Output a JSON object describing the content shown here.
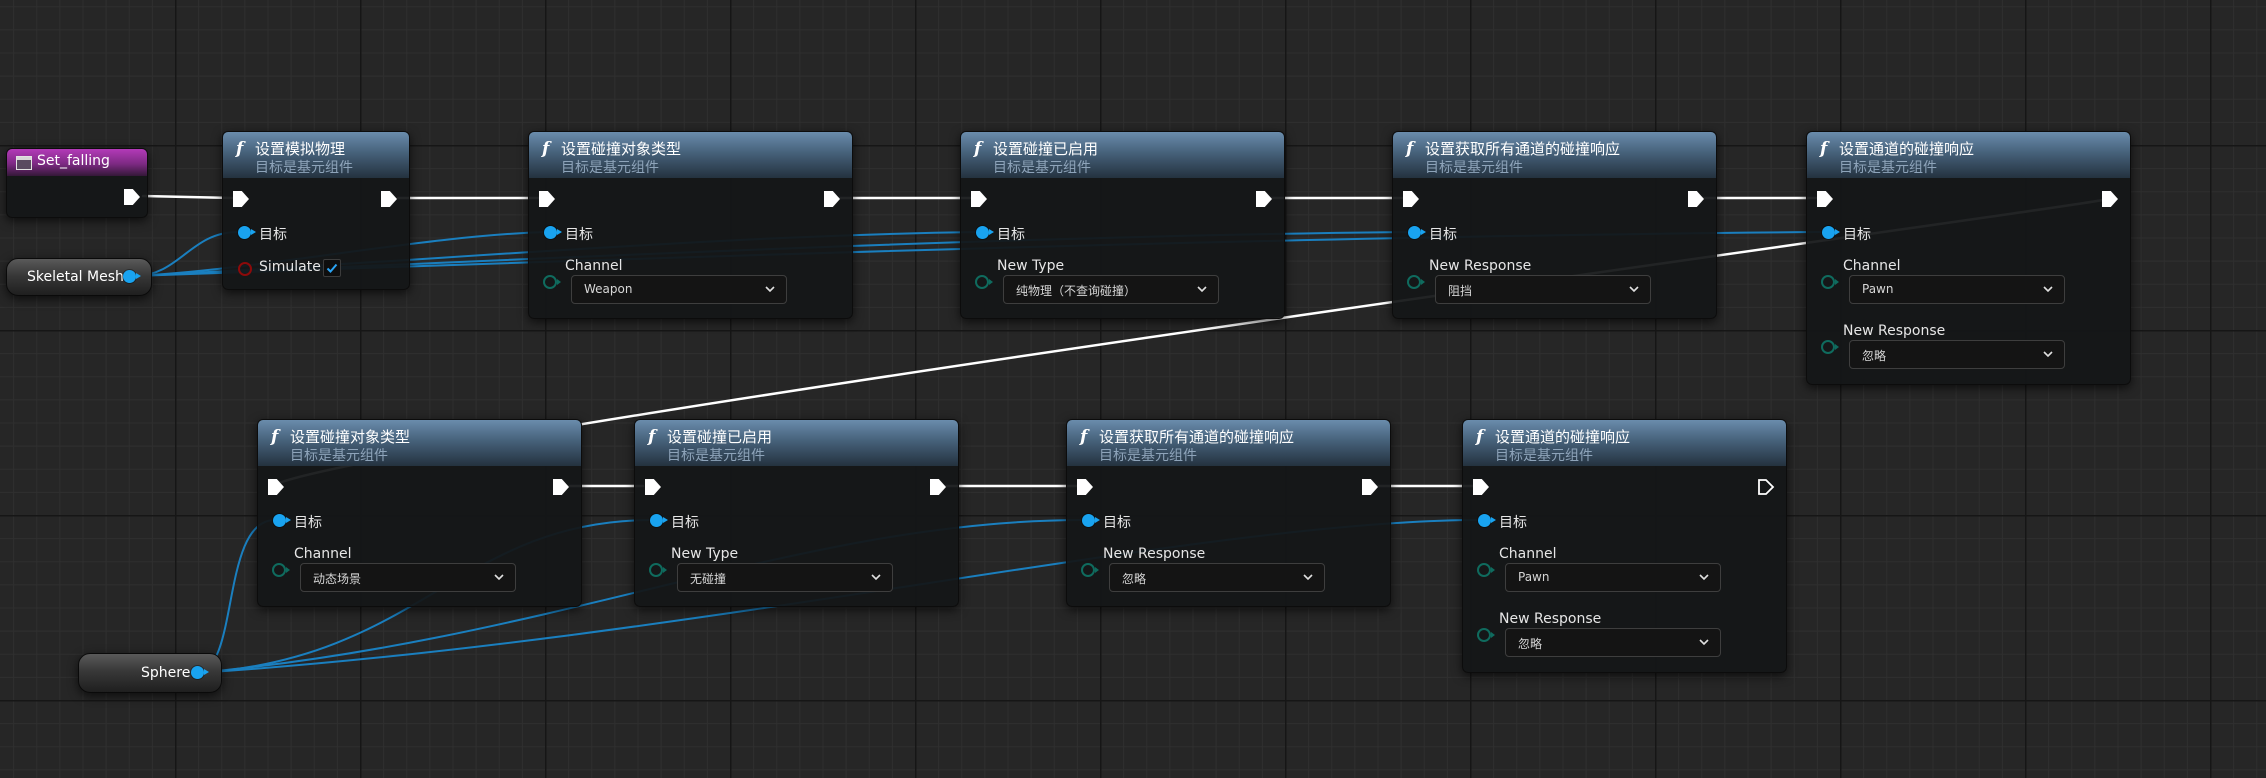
{
  "event": {
    "title": "Set_falling"
  },
  "variables": {
    "skeletal_mesh": "Skeletal Mesh",
    "sphere": "Sphere"
  },
  "row1": {
    "simulate_physics": {
      "title": "设置模拟物理",
      "subtitle": "目标是基元组件",
      "target_label": "目标",
      "simulate_label": "Simulate",
      "simulate_checked": true
    },
    "set_object_type": {
      "title": "设置碰撞对象类型",
      "subtitle": "目标是基元组件",
      "target_label": "目标",
      "channel_label": "Channel",
      "channel_value": "Weapon"
    },
    "set_collision_enabled": {
      "title": "设置碰撞已启用",
      "subtitle": "目标是基元组件",
      "target_label": "目标",
      "type_label": "New Type",
      "type_value": "纯物理（不查询碰撞）"
    },
    "set_all_channels": {
      "title": "设置获取所有通道的碰撞响应",
      "subtitle": "目标是基元组件",
      "target_label": "目标",
      "response_label": "New Response",
      "response_value": "阻挡"
    },
    "set_channel_response": {
      "title": "设置通道的碰撞响应",
      "subtitle": "目标是基元组件",
      "target_label": "目标",
      "channel_label": "Channel",
      "channel_value": "Pawn",
      "response_label": "New Response",
      "response_value": "忽略"
    }
  },
  "row2": {
    "set_object_type": {
      "title": "设置碰撞对象类型",
      "subtitle": "目标是基元组件",
      "target_label": "目标",
      "channel_label": "Channel",
      "channel_value": "动态场景"
    },
    "set_collision_enabled": {
      "title": "设置碰撞已启用",
      "subtitle": "目标是基元组件",
      "target_label": "目标",
      "type_label": "New Type",
      "type_value": "无碰撞"
    },
    "set_all_channels": {
      "title": "设置获取所有通道的碰撞响应",
      "subtitle": "目标是基元组件",
      "target_label": "目标",
      "response_label": "New Response",
      "response_value": "忽略"
    },
    "set_channel_response": {
      "title": "设置通道的碰撞响应",
      "subtitle": "目标是基元组件",
      "target_label": "目标",
      "channel_label": "Channel",
      "channel_value": "Pawn",
      "response_label": "New Response",
      "response_value": "忽略"
    }
  },
  "icons": {
    "function": "f",
    "event": "event-grid-icon",
    "exec": "exec-arrow-icon",
    "object_pin": "object-pin-icon",
    "dropdown": "chevron-down-icon",
    "check": "checkmark-icon"
  },
  "colors": {
    "background": "#262626",
    "function_header": "#46617a",
    "event_header": "#b33ab8",
    "exec_wire": "#ffffff",
    "object_wire": "#19a3f0",
    "byte_pin": "#0f6b5e",
    "bool_pin": "#8d0a0a"
  }
}
